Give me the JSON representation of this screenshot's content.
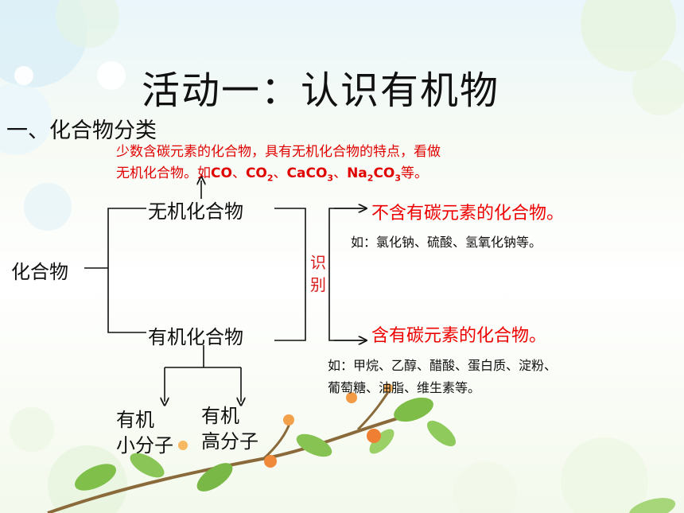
{
  "slide": {
    "title": "活动一：认识有机物",
    "section": "一、化合物分类",
    "note_line1": "少数含碳元素的化合物，具有无机化合物的特点，看做",
    "note_line2_prefix": "无机化合物。如",
    "note_formulas": [
      "CO",
      "CO2",
      "CaCO3",
      "Na2CO3"
    ],
    "note_sep": "、",
    "note_suffix": "等。",
    "root": "化合物",
    "inorganic": "无机化合物",
    "organic": "有机化合物",
    "identify": "识别",
    "inorganic_def": "不含有碳元素的化合物。",
    "inorganic_examples": "如：氯化钠、硫酸、氢氧化钠等。",
    "organic_def": "含有碳元素的化合物。",
    "organic_examples_1": "如：甲烷、乙醇、醋酸、蛋白质、淀粉、",
    "organic_examples_2": "葡萄糖、油脂、维生素等。",
    "small_molecule_1": "有机",
    "small_molecule_2": "小分子",
    "large_molecule_1": "有机",
    "large_molecule_2": "高分子"
  }
}
